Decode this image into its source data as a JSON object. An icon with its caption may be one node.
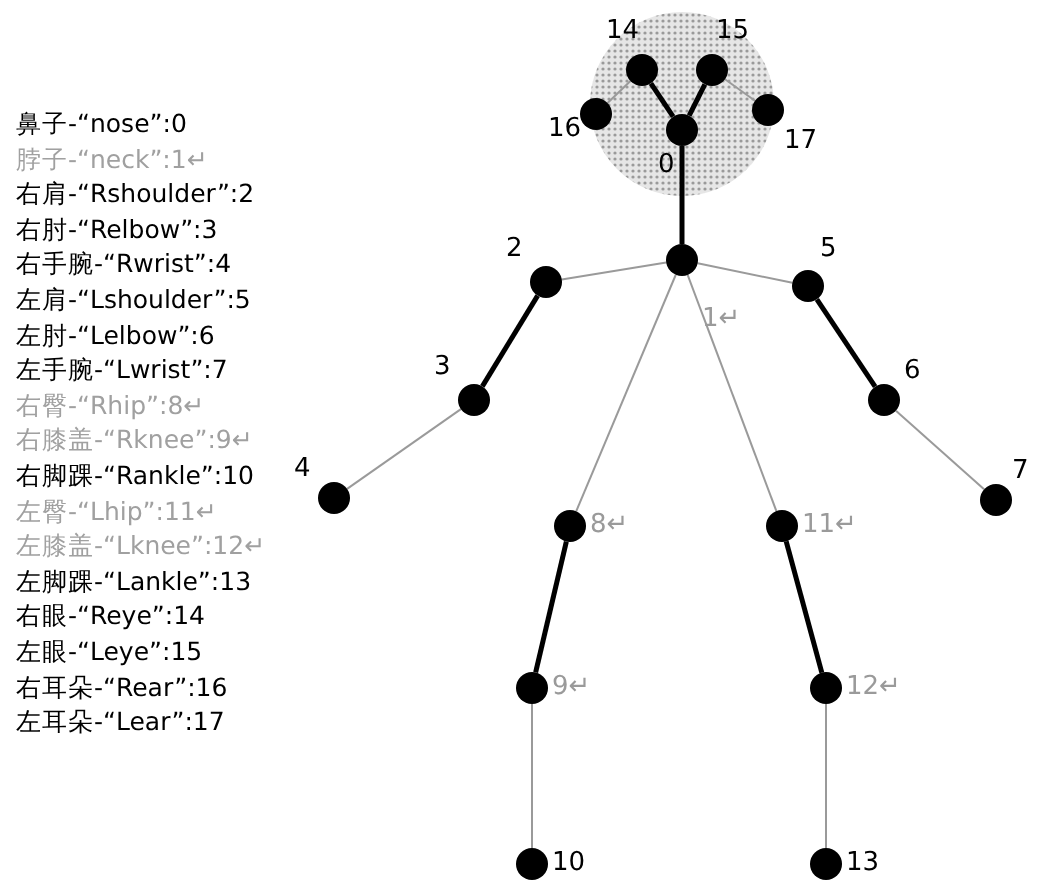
{
  "diagram": {
    "nodes": [
      {
        "text": [],
        "shape": "circle",
        "beside": [
          "0"
        ]
      },
      {
        "text": [],
        "shape": "circle",
        "beside": [
          "1↵"
        ]
      },
      {
        "text": [],
        "shape": "circle",
        "beside": [
          "2"
        ]
      },
      {
        "text": [],
        "shape": "circle",
        "beside": [
          "3"
        ]
      },
      {
        "text": [],
        "shape": "circle",
        "beside": [
          "4"
        ]
      },
      {
        "text": [],
        "shape": "circle",
        "beside": [
          "5"
        ]
      },
      {
        "text": [],
        "shape": "circle",
        "beside": [
          "6"
        ]
      },
      {
        "text": [],
        "shape": "circle",
        "beside": [
          "7"
        ]
      },
      {
        "text": [],
        "shape": "circle",
        "beside": [
          "8↵"
        ]
      },
      {
        "text": [],
        "shape": "circle",
        "beside": [
          "9↵"
        ]
      },
      {
        "text": [],
        "shape": "circle",
        "beside": [
          "10"
        ]
      },
      {
        "text": [],
        "shape": "circle",
        "beside": [
          "11↵"
        ]
      },
      {
        "text": [],
        "shape": "circle",
        "beside": [
          "12↵"
        ]
      },
      {
        "text": [],
        "shape": "circle",
        "beside": [
          "13"
        ]
      },
      {
        "text": [],
        "shape": "circle",
        "beside": [
          "14"
        ]
      },
      {
        "text": [],
        "shape": "circle",
        "beside": [
          "15"
        ]
      },
      {
        "text": [],
        "shape": "circle",
        "beside": [
          "16"
        ]
      },
      {
        "text": [],
        "shape": "circle",
        "beside": [
          "17"
        ]
      }
    ],
    "edges": [
      {
        "from": 0,
        "to": 1,
        "arrow": "none",
        "style": "thick",
        "color": "#000000"
      },
      {
        "from": 1,
        "to": 2,
        "arrow": "none"
      },
      {
        "from": 2,
        "to": 3,
        "arrow": "none",
        "style": "thick",
        "color": "#000000"
      },
      {
        "from": 3,
        "to": 4,
        "arrow": "none"
      },
      {
        "from": 1,
        "to": 5,
        "arrow": "none"
      },
      {
        "from": 5,
        "to": 6,
        "arrow": "none",
        "style": "thick",
        "color": "#000000"
      },
      {
        "from": 6,
        "to": 7,
        "arrow": "none"
      },
      {
        "from": 1,
        "to": 8,
        "arrow": "none"
      },
      {
        "from": 8,
        "to": 9,
        "arrow": "none",
        "style": "thick",
        "color": "#000000"
      },
      {
        "from": 9,
        "to": 10,
        "arrow": "none"
      },
      {
        "from": 1,
        "to": 11,
        "arrow": "none"
      },
      {
        "from": 11,
        "to": 12,
        "arrow": "none",
        "style": "thick",
        "color": "#000000"
      },
      {
        "from": 12,
        "to": 13,
        "arrow": "none"
      },
      {
        "from": 0,
        "to": 14,
        "arrow": "none",
        "style": "thick",
        "color": "#000000"
      },
      {
        "from": 0,
        "to": 15,
        "arrow": "none",
        "style": "thick",
        "color": "#000000"
      },
      {
        "from": 14,
        "to": 16,
        "arrow": "none"
      },
      {
        "from": 15,
        "to": 17,
        "arrow": "none"
      }
    ],
    "labels": [
      "鼻子-“nose”:0",
      "脖子-“neck”:1↵",
      "右肩-“Rshoulder”:2",
      "右肘-“Relbow”:3",
      "右手腕-“Rwrist”:4",
      "左肩-“Lshoulder”:5",
      "左肘-“Lelbow”:6",
      "左手腕-“Lwrist”:7",
      "右臀-“Rhip”:8↵",
      "右膝盖-“Rknee”:9↵",
      "右脚踝-“Rankle”:10",
      "左臀-“Lhip”:11↵",
      "左膝盖-“Lknee”:12↵",
      "左脚踝-“Lankle”:13",
      "右眼-“Reye”:14",
      "左眼-“Leye”:15",
      "右耳朵-“Rear”:16",
      "左耳朵-“Lear”:17"
    ]
  }
}
